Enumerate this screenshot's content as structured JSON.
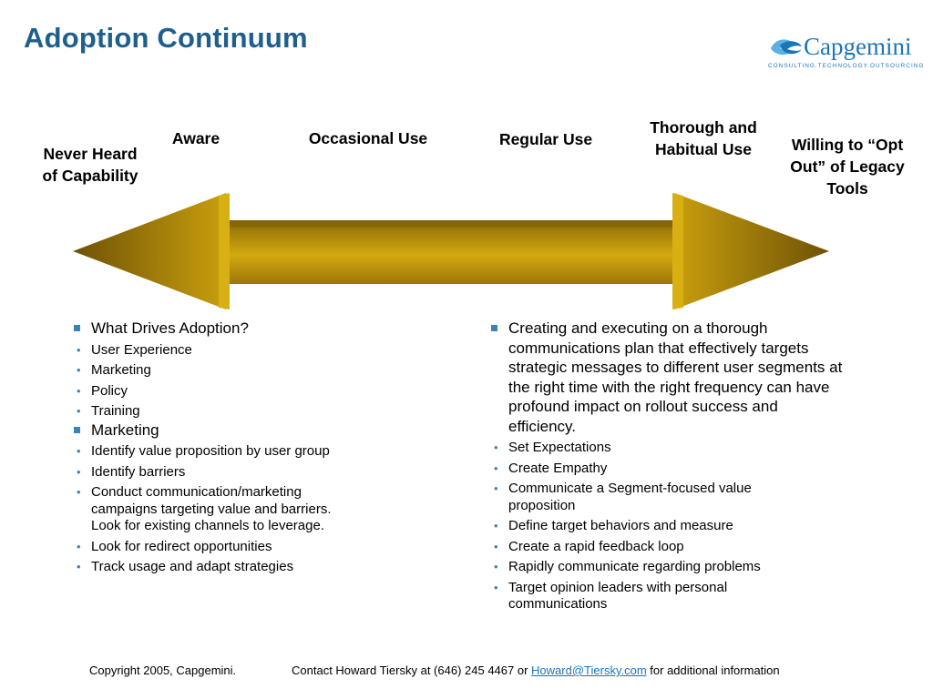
{
  "title": "Adoption Continuum",
  "logo": {
    "name": "Capgemini",
    "tagline": "CONSULTING.TECHNOLOGY.OUTSOURCING",
    "colors": [
      "#1b75bb",
      "#5ab0e2"
    ]
  },
  "stages": [
    {
      "label": "Never Heard of Capability"
    },
    {
      "label": "Aware"
    },
    {
      "label": "Occasional Use"
    },
    {
      "label": "Regular Use"
    },
    {
      "label": "Thorough and Habitual Use"
    },
    {
      "label": "Willing to “Opt Out” of Legacy Tools"
    }
  ],
  "arrow_colors": {
    "light": "#d4a90f",
    "mid": "#b8900a",
    "dark": "#6e5206"
  },
  "left_column": [
    {
      "text": "What Drives Adoption?",
      "items": [
        "User Experience",
        "Marketing",
        "Policy",
        "Training"
      ]
    },
    {
      "text": "Marketing",
      "items": [
        "Identify value proposition by user group",
        "Identify barriers",
        "Conduct communication/marketing campaigns targeting value and barriers. Look for existing channels to leverage.",
        "Look for redirect opportunities",
        "Track usage and adapt strategies"
      ]
    }
  ],
  "right_column": [
    {
      "text": "Creating and executing on a thorough communications plan that effectively targets strategic  messages to different user segments at the right time with the right frequency can have profound impact on  rollout success and efficiency.",
      "items": [
        "Set Expectations",
        "Create Empathy",
        "Communicate a Segment-focused value proposition",
        "Define target behaviors and measure",
        "Create a rapid feedback loop",
        "Rapidly communicate regarding problems",
        "Target opinion leaders with personal communications"
      ]
    }
  ],
  "footer": {
    "copyright": "Copyright 2005, Capgemini.",
    "contact_prefix": "Contact Howard Tiersky at (646) 245 4467 or",
    "email": "Howard@Tiersky.com",
    "contact_suffix": "for additional information"
  },
  "bullet_color": "#3b82b8"
}
